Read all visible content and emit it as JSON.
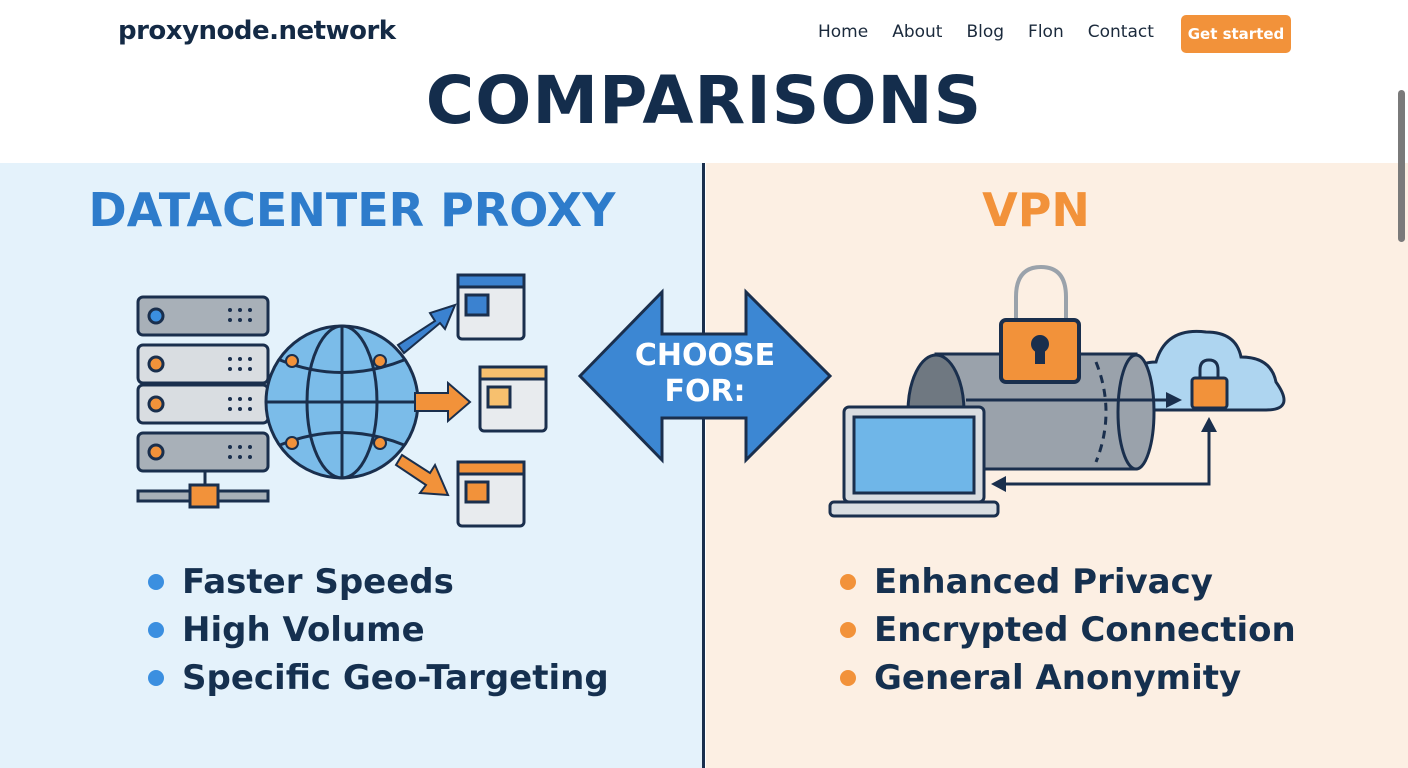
{
  "header": {
    "logo": "proxynode.network",
    "nav": [
      "Home",
      "About",
      "Blog",
      "Flon",
      "Contact"
    ],
    "cta_label": "Get started"
  },
  "page_title": "COMPARISONS",
  "center_badge": {
    "line1": "CHOOSE",
    "line2": "FOR:"
  },
  "left": {
    "title": "DATACENTER PROXY",
    "accent": "#2e7ccb",
    "bullets": [
      "Faster Speeds",
      "High Volume",
      "Specific Geo-Targeting"
    ],
    "illustration": [
      "server-rack-icon",
      "globe-icon",
      "browser-window-icon",
      "browser-window-icon",
      "browser-window-icon"
    ]
  },
  "right": {
    "title": "VPN",
    "accent": "#f2923a",
    "bullets": [
      "Enhanced Privacy",
      "Encrypted Connection",
      "General Anonymity"
    ],
    "illustration": [
      "padlock-icon",
      "tunnel-icon",
      "laptop-icon",
      "cloud-icon",
      "small-padlock-icon"
    ]
  },
  "colors": {
    "left_bg": "#e4f2fb",
    "right_bg": "#fcefe3",
    "navy": "#1a2f4d",
    "cta": "#f2923a"
  }
}
